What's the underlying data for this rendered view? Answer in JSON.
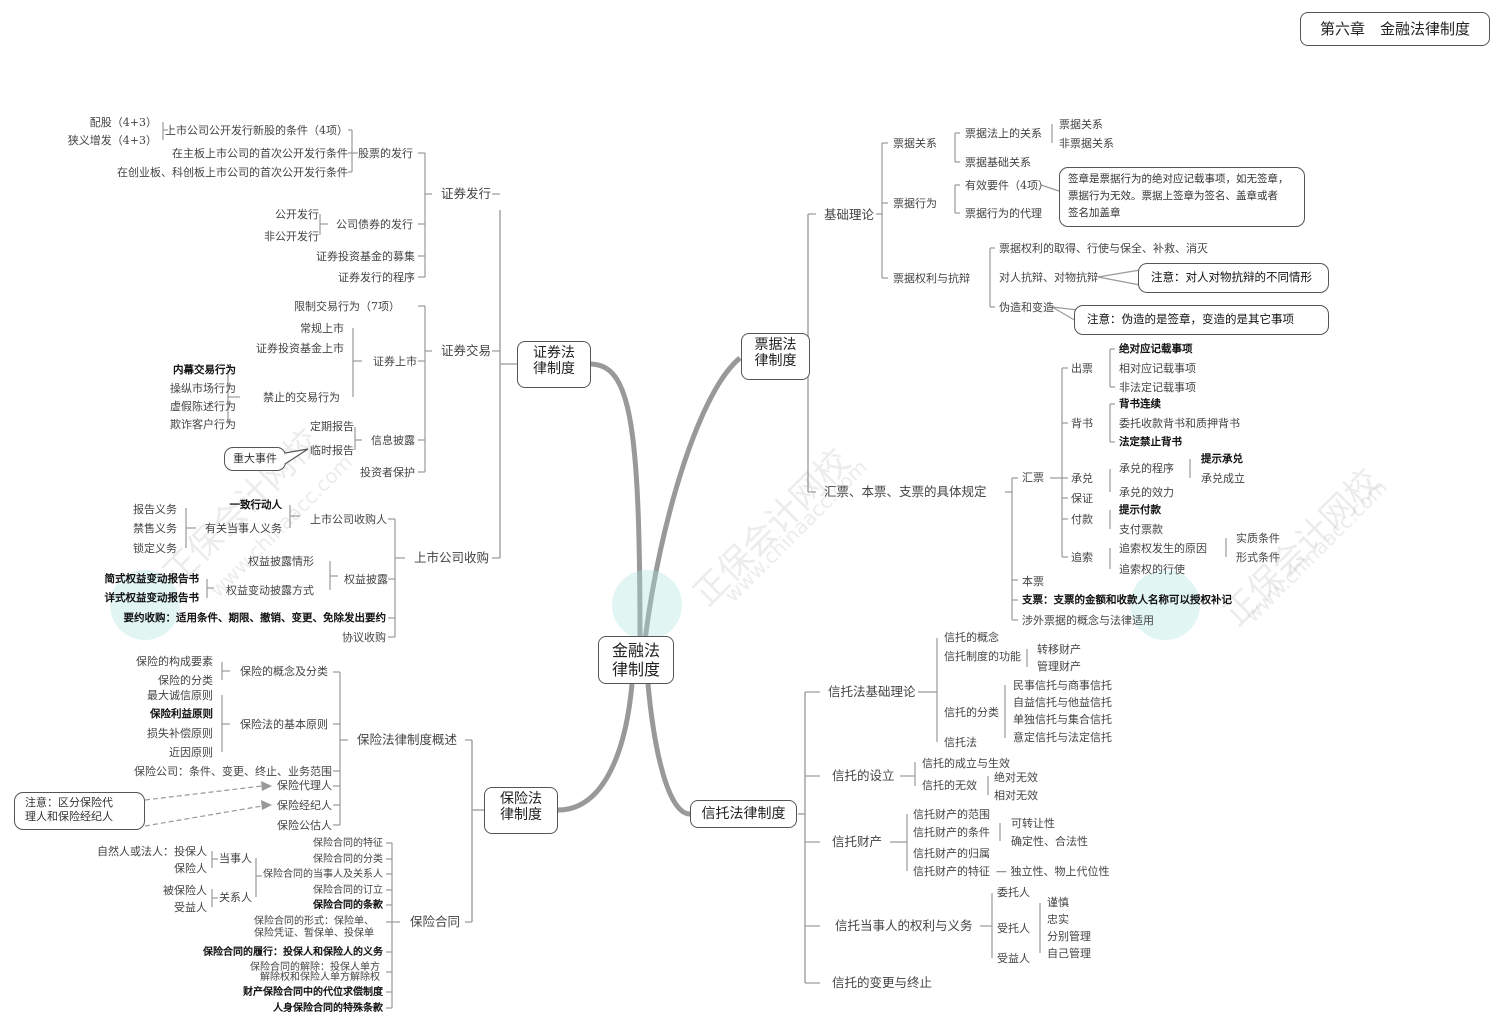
{
  "chapter_title": "第六章　金融法律制度",
  "root": "金融法律制度",
  "root_lines": [
    "金融法",
    "律制度"
  ],
  "watermark": {
    "brand": "正保会计网校",
    "url": "www.chinaacc.com"
  },
  "securities": {
    "title_lines": [
      "证券法",
      "律制度"
    ],
    "issuance": {
      "label": "证券发行",
      "stock_issue": {
        "label": "股票的发行",
        "items": [
          "上市公司公开发行新股的条件（4项）",
          "在主板上市公司的首次公开发行条件",
          "在创业板、科创板上市公司的首次公开发行条件"
        ],
        "sub": [
          "配股（4+3）",
          "狭义增发（4+3）"
        ]
      },
      "bond_issue": {
        "label": "公司债券的发行",
        "items": [
          "公开发行",
          "非公开发行"
        ]
      },
      "fund_raise": "证券投资基金的募集",
      "procedure": "证券发行的程序"
    },
    "trading": {
      "label": "证券交易",
      "restrict": "限制交易行为（7项）",
      "listing": {
        "label": "证券上市",
        "items": [
          "常规上市",
          "证券投资基金上市",
          "禁止的交易行为"
        ],
        "prohibited": [
          "内幕交易行为",
          "操纵市场行为",
          "虚假陈述行为",
          "欺诈客户行为"
        ]
      },
      "disclosure": {
        "label": "信息披露",
        "items": [
          "定期报告",
          "临时报告"
        ],
        "note": "重大事件"
      },
      "investor": "投资者保护"
    },
    "acquisition": {
      "label": "上市公司收购",
      "acquirer": {
        "label": "上市公司收购人",
        "items": [
          "一致行动人",
          "有关当事人义务"
        ],
        "duties": [
          "报告义务",
          "禁售义务",
          "锁定义务"
        ]
      },
      "equity": {
        "label": "权益披露",
        "items": [
          "权益披露情形",
          "权益变动披露方式"
        ],
        "reports": [
          "简式权益变动报告书",
          "详式权益变动报告书"
        ]
      },
      "tender": "要约收购：适用条件、期限、撤销、变更、免除发出要约",
      "agreement": "协议收购"
    }
  },
  "insurance": {
    "title_lines": [
      "保险法",
      "律制度"
    ],
    "overview": {
      "label": "保险法律制度概述",
      "concept": {
        "label": "保险的概念及分类",
        "items": [
          "保险的构成要素",
          "保险的分类"
        ]
      },
      "principles": {
        "label": "保险法的基本原则",
        "items": [
          "最大诚信原则",
          "保险利益原则",
          "损失补偿原则",
          "近因原则"
        ]
      },
      "company": "保险公司：条件、变更、终止、业务范围",
      "intermediaries": [
        "保险代理人",
        "保险经纪人",
        "保险公估人"
      ],
      "note": "注意：区分保险代理人和保险经纪人",
      "note_lines": [
        "注意：区分保险代",
        "理人和保险经纪人"
      ]
    },
    "contract": {
      "label": "保险合同",
      "items": [
        "保险合同的特征",
        "保险合同的分类",
        "保险合同的当事人及关系人",
        "保险合同的订立",
        "保险合同的条款"
      ],
      "form_lines": [
        "保险合同的形式：保险单、",
        "保险凭证、暂保单、投保单"
      ],
      "performance": "保险合同的履行：投保人和保险人的义务",
      "termination_lines": [
        "保险合同的解除：投保人单方",
        "解除权和保险人单方解除权"
      ],
      "subrogation": "财产保险合同中的代位求偿制度",
      "life_clauses": "人身保险合同的特殊条款",
      "parties": {
        "party": {
          "label": "当事人",
          "items": [
            "自然人或法人：投保人",
            "保险人"
          ]
        },
        "related": {
          "label": "关系人",
          "items": [
            "被保险人",
            "受益人"
          ]
        }
      }
    }
  },
  "instruments": {
    "title_lines": [
      "票据法",
      "律制度"
    ],
    "basic": {
      "label": "基础理论",
      "relation": {
        "label": "票据关系",
        "legal": {
          "label": "票据法上的关系",
          "items": [
            "票据关系",
            "非票据关系"
          ]
        },
        "underlying": "票据基础关系"
      },
      "act": {
        "label": "票据行为",
        "items": [
          "有效要件（4项）",
          "票据行为的代理"
        ],
        "note": "签章是票据行为的绝对应记载事项，如无签章，票据行为无效。票据上签章为签名、盖章或者签名加盖章",
        "note_lines": [
          "签章是票据行为的绝对应记载事项，如无签章，",
          "票据行为无效。票据上签章为签名、盖章或者",
          "签名加盖章"
        ]
      },
      "rights": {
        "label": "票据权利与抗辩",
        "items": [
          "票据权利的取得、行使与保全、补救、消灭",
          "对人抗辩、对物抗辩",
          "伪造和变造"
        ],
        "note1": "注意：对人对物抗辩的不同情形",
        "note2": "注意：伪造的是签章，变造的是其它事项"
      }
    },
    "specific": {
      "label": "汇票、本票、支票的具体规定",
      "bill": {
        "label": "汇票",
        "issue": {
          "label": "出票",
          "items": [
            "绝对应记载事项",
            "相对应记载事项",
            "非法定记载事项"
          ]
        },
        "endorse": {
          "label": "背书",
          "items": [
            "背书连续",
            "委托收款背书和质押背书",
            "法定禁止背书"
          ]
        },
        "accept": {
          "label": "承兑",
          "items": [
            "承兑的程序",
            "承兑的效力"
          ],
          "procedure": [
            "提示承兑",
            "承兑成立"
          ]
        },
        "guarantee": "保证",
        "payment": {
          "label": "付款",
          "items": [
            "提示付款",
            "支付票款"
          ]
        },
        "recourse": {
          "label": "追索",
          "items": [
            "追索权发生的原因",
            "追索权的行使"
          ],
          "causes": [
            "实质条件",
            "形式条件"
          ]
        }
      },
      "promissory": "本票",
      "cheque": "支票：支票的金额和收款人名称可以授权补记",
      "foreign": "涉外票据的概念与法律适用"
    }
  },
  "trust": {
    "title": "信托法律制度",
    "basic": {
      "label": "信托法基础理论",
      "concept": "信托的概念",
      "function": {
        "label": "信托制度的功能",
        "items": [
          "转移财产",
          "管理财产"
        ]
      },
      "types": {
        "label": "信托的分类",
        "items": [
          "民事信托与商事信托",
          "自益信托与他益信托",
          "单独信托与集合信托",
          "意定信托与法定信托"
        ]
      },
      "law": "信托法"
    },
    "establish": {
      "label": "信托的设立",
      "formation": "信托的成立与生效",
      "invalid": {
        "label": "信托的无效",
        "items": [
          "绝对无效",
          "相对无效"
        ]
      }
    },
    "property": {
      "label": "信托财产",
      "scope": "信托财产的范围",
      "conditions": {
        "label": "信托财产的条件",
        "items": [
          "可转让性",
          "确定性、合法性"
        ]
      },
      "ownership": "信托财产的归属",
      "features": {
        "label": "信托财产的特征",
        "value": "— 独立性、物上代位性"
      }
    },
    "parties": {
      "label": "信托当事人的权利与义务",
      "settlor": "委托人",
      "trustee": {
        "label": "受托人",
        "items": [
          "谨慎",
          "忠实",
          "分别管理",
          "自己管理"
        ]
      },
      "beneficiary": "受益人"
    },
    "change": "信托的变更与终止"
  }
}
